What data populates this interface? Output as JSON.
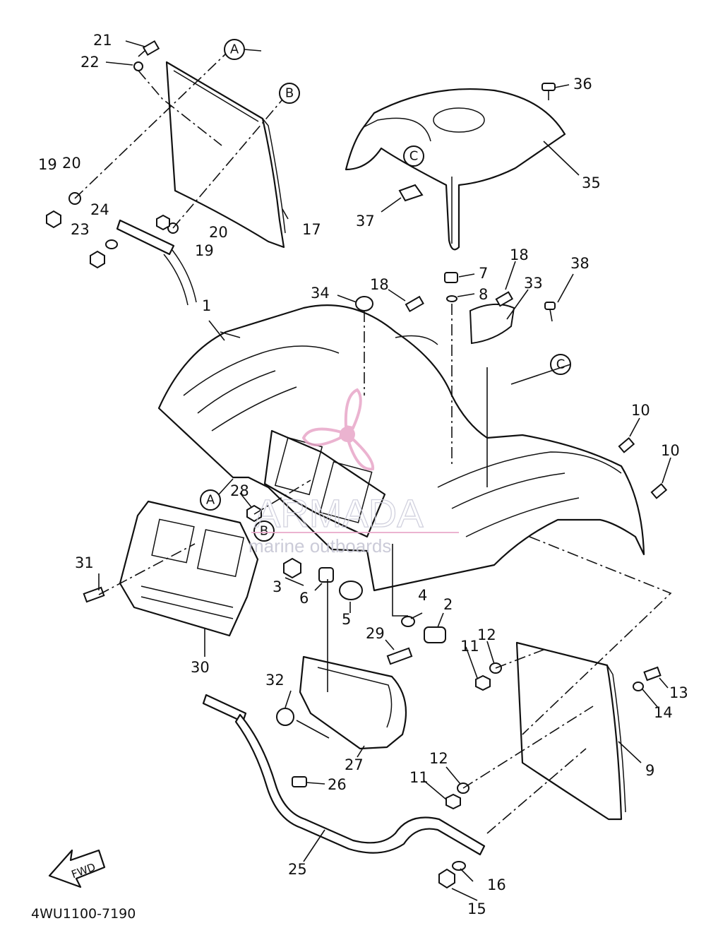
{
  "diagram": {
    "part_code": "4WU1100-7190",
    "direction_label": "FWD",
    "callouts": [
      "A",
      "B",
      "C"
    ],
    "part_numbers": [
      "1",
      "2",
      "3",
      "4",
      "5",
      "6",
      "7",
      "8",
      "9",
      "10",
      "11",
      "12",
      "13",
      "14",
      "15",
      "16",
      "17",
      "18",
      "19",
      "20",
      "21",
      "22",
      "23",
      "24",
      "25",
      "26",
      "27",
      "28",
      "29",
      "30",
      "31",
      "32",
      "33",
      "34",
      "35",
      "36",
      "37",
      "38"
    ]
  },
  "watermark": {
    "brand": "ARMADA",
    "tagline": "marine outboards",
    "color": "#e8a6c8"
  }
}
